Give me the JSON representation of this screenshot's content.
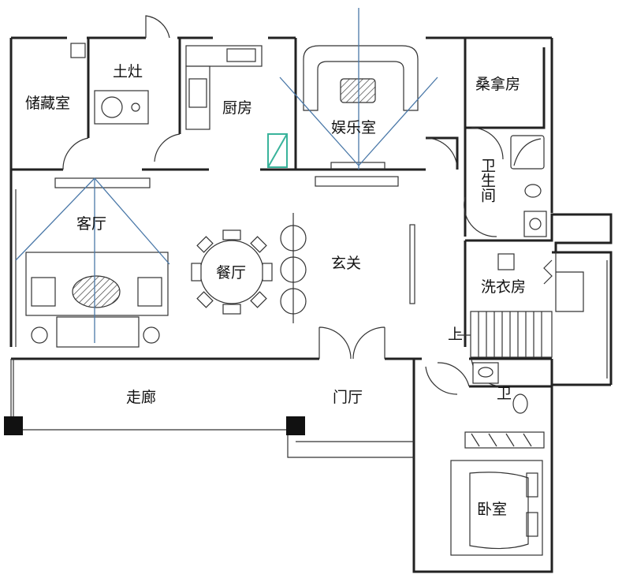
{
  "rooms": {
    "storage": "储藏室",
    "stove": "土灶",
    "kitchen": "厨房",
    "entertainment": "娱乐室",
    "sauna": "桑拿房",
    "bathroom_main": "卫生间",
    "living": "客厅",
    "dining": "餐厅",
    "foyer": "玄关",
    "laundry": "洗衣房",
    "stairs_up": "上",
    "corridor": "走廊",
    "entrance_hall": "门厅",
    "bathroom_small": "卫",
    "bedroom": "卧室"
  },
  "colors": {
    "wall": "#222222",
    "sight_line": "#4a78a8",
    "accent_window": "#39b39b"
  }
}
